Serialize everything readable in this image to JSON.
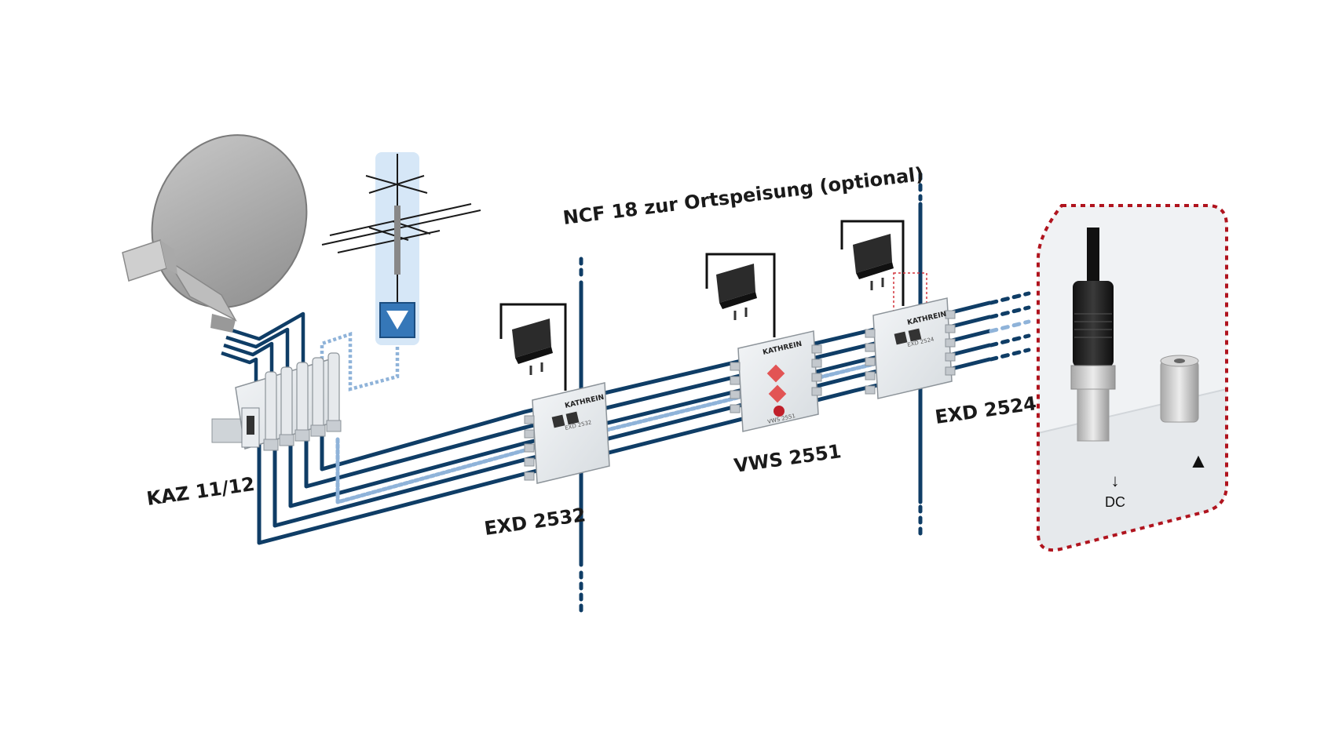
{
  "labels": {
    "ncf": "NCF 18 zur Ortspeisung (optional)",
    "kaz": "KAZ 11/12",
    "exd1": "EXD 2532",
    "vws": "VWS 2551",
    "exd2": "EXD 2524"
  },
  "device_text": {
    "brand": "KATHREIN",
    "exd1_model": "EXD 2532",
    "vws_model": "VWS 2551",
    "exd2_model": "EXD 2524"
  },
  "detail": {
    "dc_label": "DC",
    "dc_arrow": "↓",
    "triangle_symbol": "▲"
  },
  "colors": {
    "cable": "#0f3d66",
    "cable_light": "#8fb3d9",
    "detail_border": "#b0141e",
    "antenna_highlight": "#d6e7f7"
  },
  "icons": [
    "satellite-dish",
    "terrestrial-antenna",
    "amplifier-triangle",
    "power-adapter",
    "coax-connector"
  ]
}
